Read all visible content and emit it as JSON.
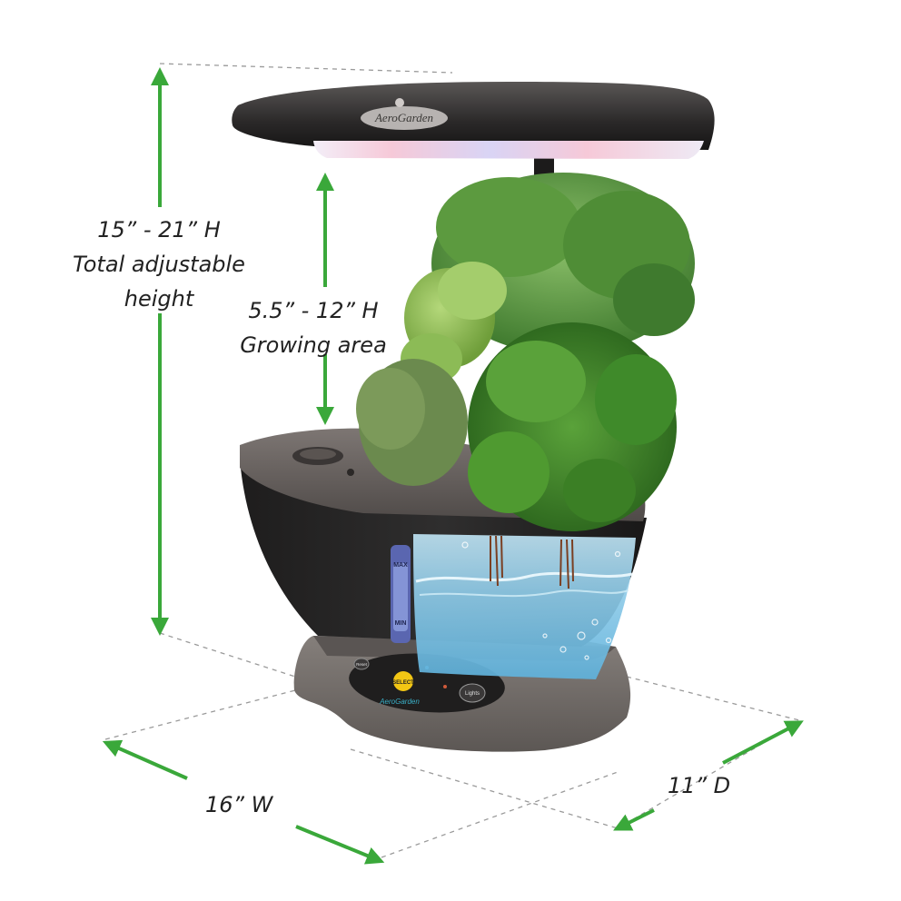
{
  "brand": {
    "logo_text": "AeroGarden",
    "panel_logo_text": "AeroGarden"
  },
  "dimensions": {
    "total_height": {
      "line1": "15” - 21” H",
      "line2": "Total adjustable",
      "line3": "height"
    },
    "growing_area": {
      "line1": "5.5” - 12” H",
      "line2": "Growing area"
    },
    "width": "16” W",
    "depth": "11” D"
  },
  "water_gauge": {
    "max": "MAX",
    "min": "MIN"
  },
  "control_panel": {
    "center_button": "SELECT",
    "lights_button": "Lights",
    "reset_button": "Reset"
  },
  "colors": {
    "arrow_green": "#3aa83a",
    "device_dark": "#2b2a2a",
    "device_base": "#6b6663",
    "water_blue": "#8fcbe8",
    "plant_green": "#4e8f2f"
  }
}
